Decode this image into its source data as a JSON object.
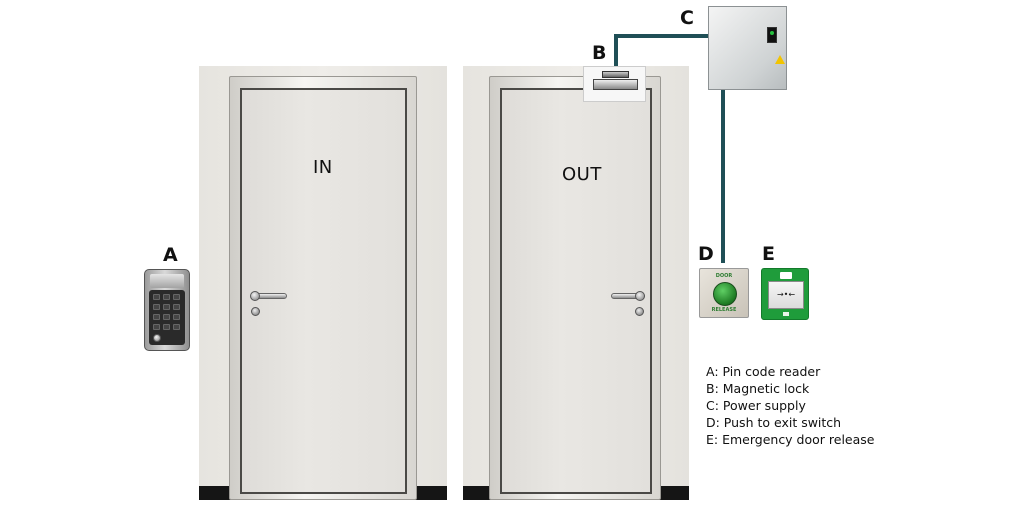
{
  "doors": {
    "left_label": "IN",
    "right_label": "OUT"
  },
  "components": {
    "keypad_letter": "A",
    "maglock_letter": "B",
    "psu_letter": "C",
    "exit_switch_letter": "D",
    "emergency_letter": "E"
  },
  "exit_switch": {
    "top_text": "DOOR",
    "bottom_text": "RELEASE"
  },
  "emergency_release": {
    "arrows_text": "→•←"
  },
  "legend": {
    "items": [
      "A: Pin code reader",
      "B: Magnetic lock",
      "C: Power supply",
      "D: Push to exit switch",
      "E: Emergency door release"
    ]
  },
  "colors": {
    "wire": "#1f4f56",
    "button_green": "#1d7a23",
    "emergency_green": "#1f9c3b",
    "warning_yellow": "#f2c400"
  },
  "icons": [
    "pin-code-reader-icon",
    "magnetic-lock-icon",
    "power-supply-icon",
    "push-to-exit-icon",
    "emergency-release-icon",
    "warning-triangle-icon"
  ]
}
